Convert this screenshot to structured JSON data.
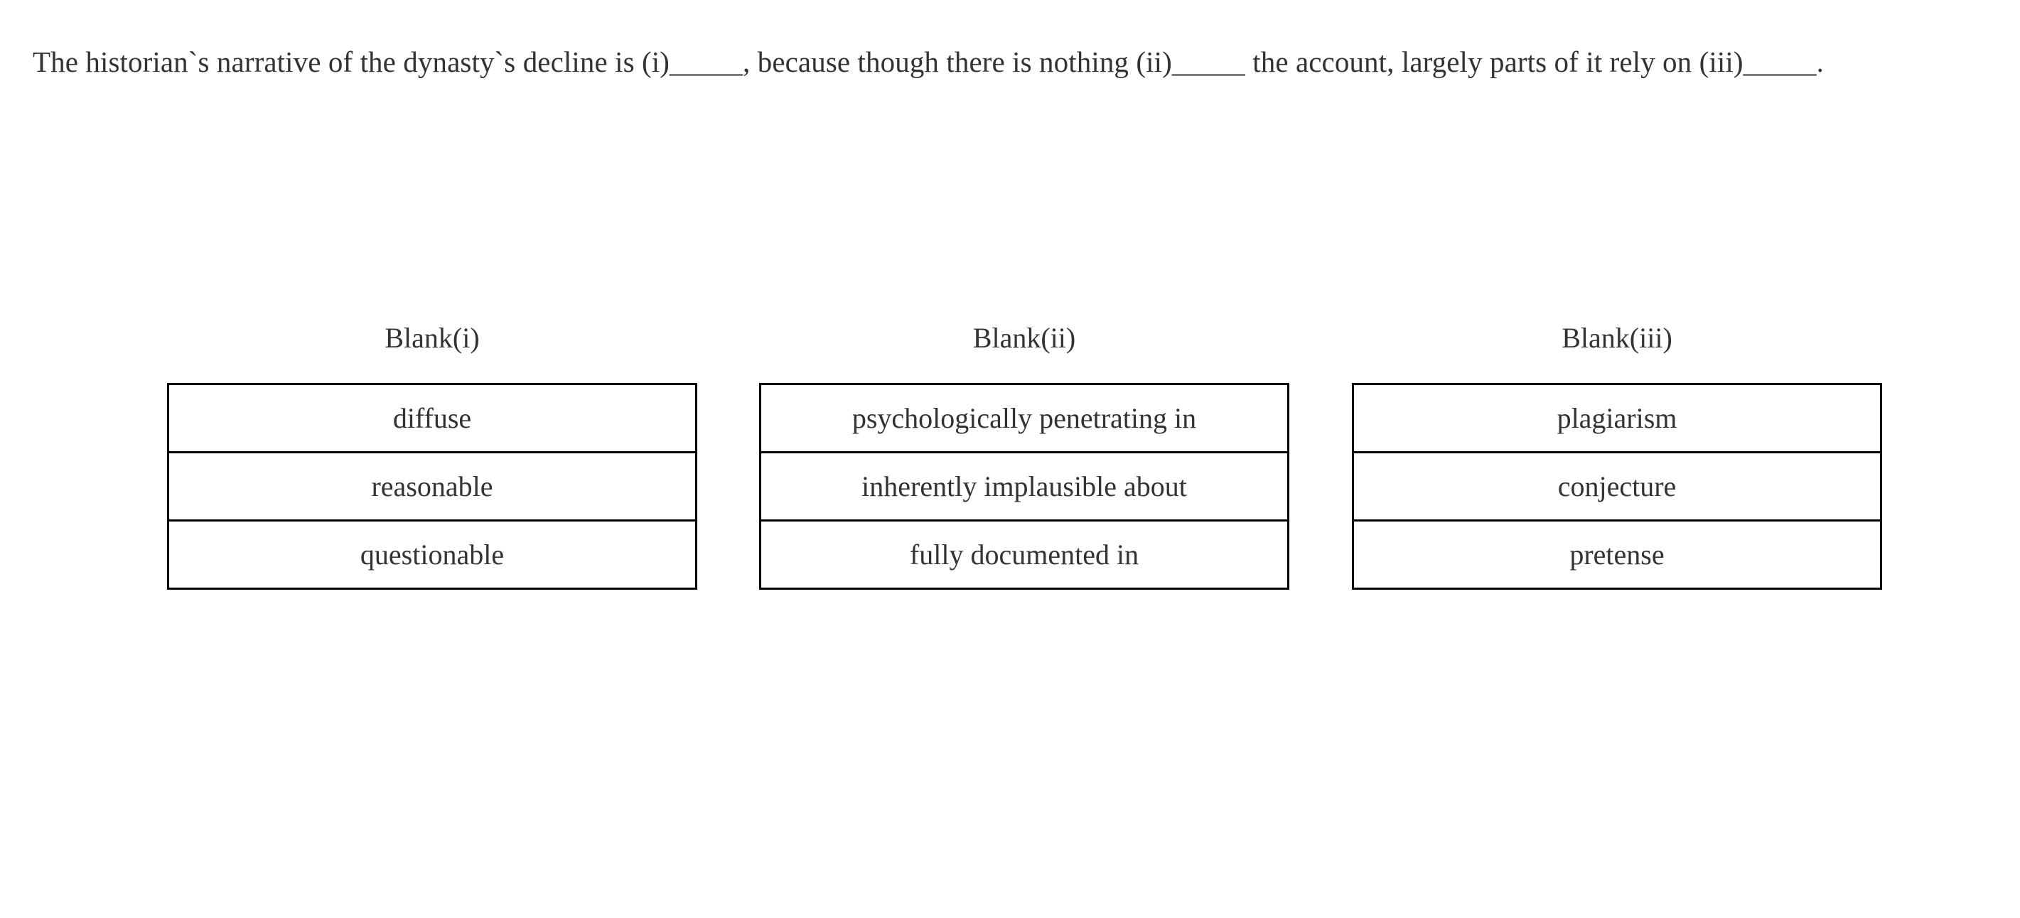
{
  "question": {
    "segments": [
      {
        "type": "text",
        "value": "The historian`s narrative of the dynasty`s decline is (i)"
      },
      {
        "type": "blank",
        "value": "_____"
      },
      {
        "type": "text",
        "value": ", because though there is nothing (ii)"
      },
      {
        "type": "blank",
        "value": "_____"
      },
      {
        "type": "text",
        "value": " the account, largely parts of it rely on (iii)"
      },
      {
        "type": "blank",
        "value": "_____"
      },
      {
        "type": "text",
        "value": "."
      }
    ],
    "full_text": "The historian`s narrative of the dynasty`s decline is (i)_____, because though there is nothing (ii)_____ the account, largely parts of it rely on (iii)_____.",
    "line_1": "The historian`s narrative of the dynasty`s decline is (i)_____, because though there is nothing (ii)_____ the account, largely parts of it",
    "line_2": "rely on (iii)_____."
  },
  "blanks": [
    {
      "id": "blank-i",
      "header": "Blank(i)",
      "options": [
        "diffuse",
        "reasonable",
        "questionable"
      ]
    },
    {
      "id": "blank-ii",
      "header": "Blank(ii)",
      "options": [
        "psychologically penetrating in",
        "inherently implausible about",
        "fully documented in"
      ]
    },
    {
      "id": "blank-iii",
      "header": "Blank(iii)",
      "options": [
        "plagiarism",
        "conjecture",
        "pretense"
      ]
    }
  ],
  "colors": {
    "background": "#ffffff",
    "text": "#333333",
    "table_border": "#000000"
  }
}
